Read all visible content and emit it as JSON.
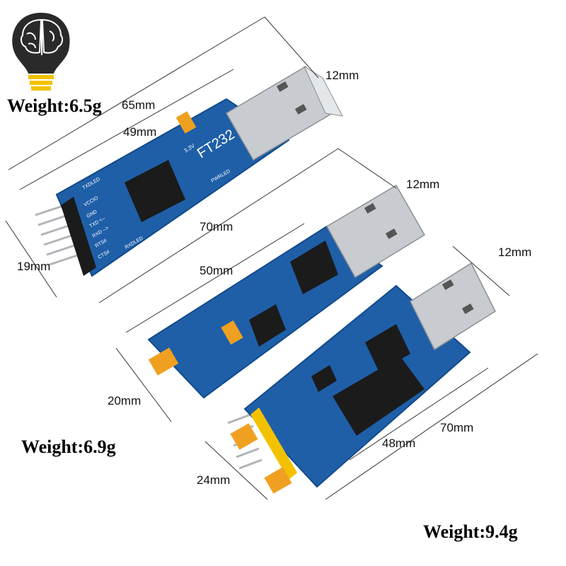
{
  "weights": {
    "board1": "Weight:6.5g",
    "board2": "Weight:6.9g",
    "board3": "Weight:9.4g"
  },
  "board1": {
    "chip_label": "FT232",
    "sub_label": "3.3V",
    "pins": [
      "TXDLED",
      "VCCIO",
      "GND",
      "TXD <--",
      "RXD -->",
      "RTS#",
      "CTS#"
    ],
    "rx_label": "RXDLED",
    "pwr_label": "PWRLED",
    "dims": {
      "length_total": "65mm",
      "length_pcb": "49mm",
      "width": "19mm",
      "usb": "12mm"
    }
  },
  "board2": {
    "dims": {
      "length_total": "70mm",
      "length_pcb": "50mm",
      "width": "20mm",
      "usb": "12mm"
    }
  },
  "board3": {
    "dims": {
      "length_total": "70mm",
      "length_pcb": "48mm",
      "width": "24mm",
      "usb": "12mm"
    }
  },
  "colors": {
    "pcb": "#1f5fa8",
    "pcb_edge": "#124a8a",
    "chip": "#1b1b1b",
    "usb_metal": "#c8ccd0",
    "jumper": "#f0a020",
    "logo_bulb": "#2a2a2a",
    "logo_base": "#f2c200"
  },
  "icons": [
    "brain-bulb-logo-icon"
  ]
}
